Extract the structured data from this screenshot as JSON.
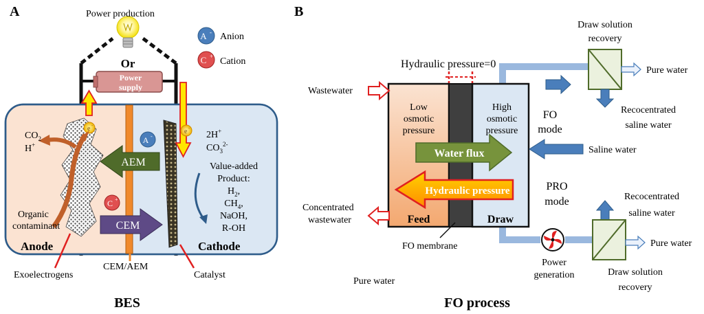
{
  "panel_a": {
    "letter": "A",
    "power_production": "Power production",
    "or": "Or",
    "power_supply_1": "Power",
    "power_supply_2": "supply",
    "legend_anion_label": "Anion",
    "legend_cation_label": "Cation",
    "anion_symbol": "A",
    "anion_sign": "-",
    "cation_symbol": "C",
    "cation_sign": "+",
    "electron_symbol": "e",
    "electron_sign": "-",
    "co2_main": "CO",
    "co2_sub": "2",
    "h_main": "H",
    "h_sup": "+",
    "two_h_main": "2H",
    "two_h_sup": "+",
    "co3_main": "CO",
    "co3_sub": "3",
    "co3_sup": "2-",
    "value_added_1": "Value-added",
    "value_added_2": "Product:",
    "product_h2_main": "H",
    "product_h2_sub": "2",
    "product_ch4_main": "CH",
    "product_ch4_sub": "4",
    "product_naoh": "NaOH,",
    "product_roh": "R-OH",
    "aem": "AEM",
    "cem": "CEM",
    "organic_1": "Organic",
    "organic_2": "contaminant",
    "anode": "Anode",
    "cathode": "Cathode",
    "exoelectrogens": "Exoelectrogens",
    "cem_aem": "CEM/AEM",
    "catalyst": "Catalyst",
    "title": "BES"
  },
  "panel_b": {
    "letter": "B",
    "hydraulic_pressure_zero": "Hydraulic pressure=0",
    "wastewater": "Wastewater",
    "low_osmotic_1": "Low",
    "low_osmotic_2": "osmotic",
    "low_osmotic_3": "pressure",
    "high_osmotic_1": "High",
    "high_osmotic_2": "osmotic",
    "high_osmotic_3": "pressure",
    "water_flux": "Water flux",
    "hydraulic_pressure": "Hydraulic pressure",
    "feed": "Feed",
    "draw": "Draw",
    "concentrated_1": "Concentrated",
    "concentrated_2": "wastewater",
    "fo_membrane": "FO membrane",
    "draw_recovery_top_1": "Draw solution",
    "draw_recovery_top_2": "recovery",
    "pure_water_top": "Pure water",
    "reconcentrated_top_1": "Recocentrated",
    "reconcentrated_top_2": "saline water",
    "fo_mode_1": "FO",
    "fo_mode_2": "mode",
    "saline_water": "Saline water",
    "pro_mode_1": "PRO",
    "pro_mode_2": "mode",
    "reconcentrated_bot_1": "Recocentrated",
    "reconcentrated_bot_2": "saline water",
    "pure_water_bot": "Pure water",
    "power_gen_1": "Power",
    "power_gen_2": "generation",
    "draw_recovery_bot_1": "Draw solution",
    "draw_recovery_bot_2": "recovery",
    "pure_water_stray": "Pure water",
    "title": "FO process"
  },
  "colors": {
    "anode_fill": "#fbe3d2",
    "cathode_fill": "#dbe7f3",
    "cell_stroke": "#2e5c8a",
    "membrane": "#f0892b",
    "aem_green": "#4f6b2a",
    "cem_purple": "#5e4a86",
    "brown_arrow": "#c0602a",
    "yellow": "#ffe600",
    "red": "#e02020",
    "power_supply": "#d99694",
    "feed_top": "#fbe3d2",
    "feed_bottom": "#f3a870",
    "draw_fill": "#dbe7f3",
    "fo_membrane": "#3f3f3f",
    "water_flux_green": "#77933c",
    "pipe_blue": "#9ab8de",
    "arrow_blue": "#4a7ebb",
    "recovery_stroke": "#4f6b2a",
    "recovery_fill": "#ebf1de"
  }
}
